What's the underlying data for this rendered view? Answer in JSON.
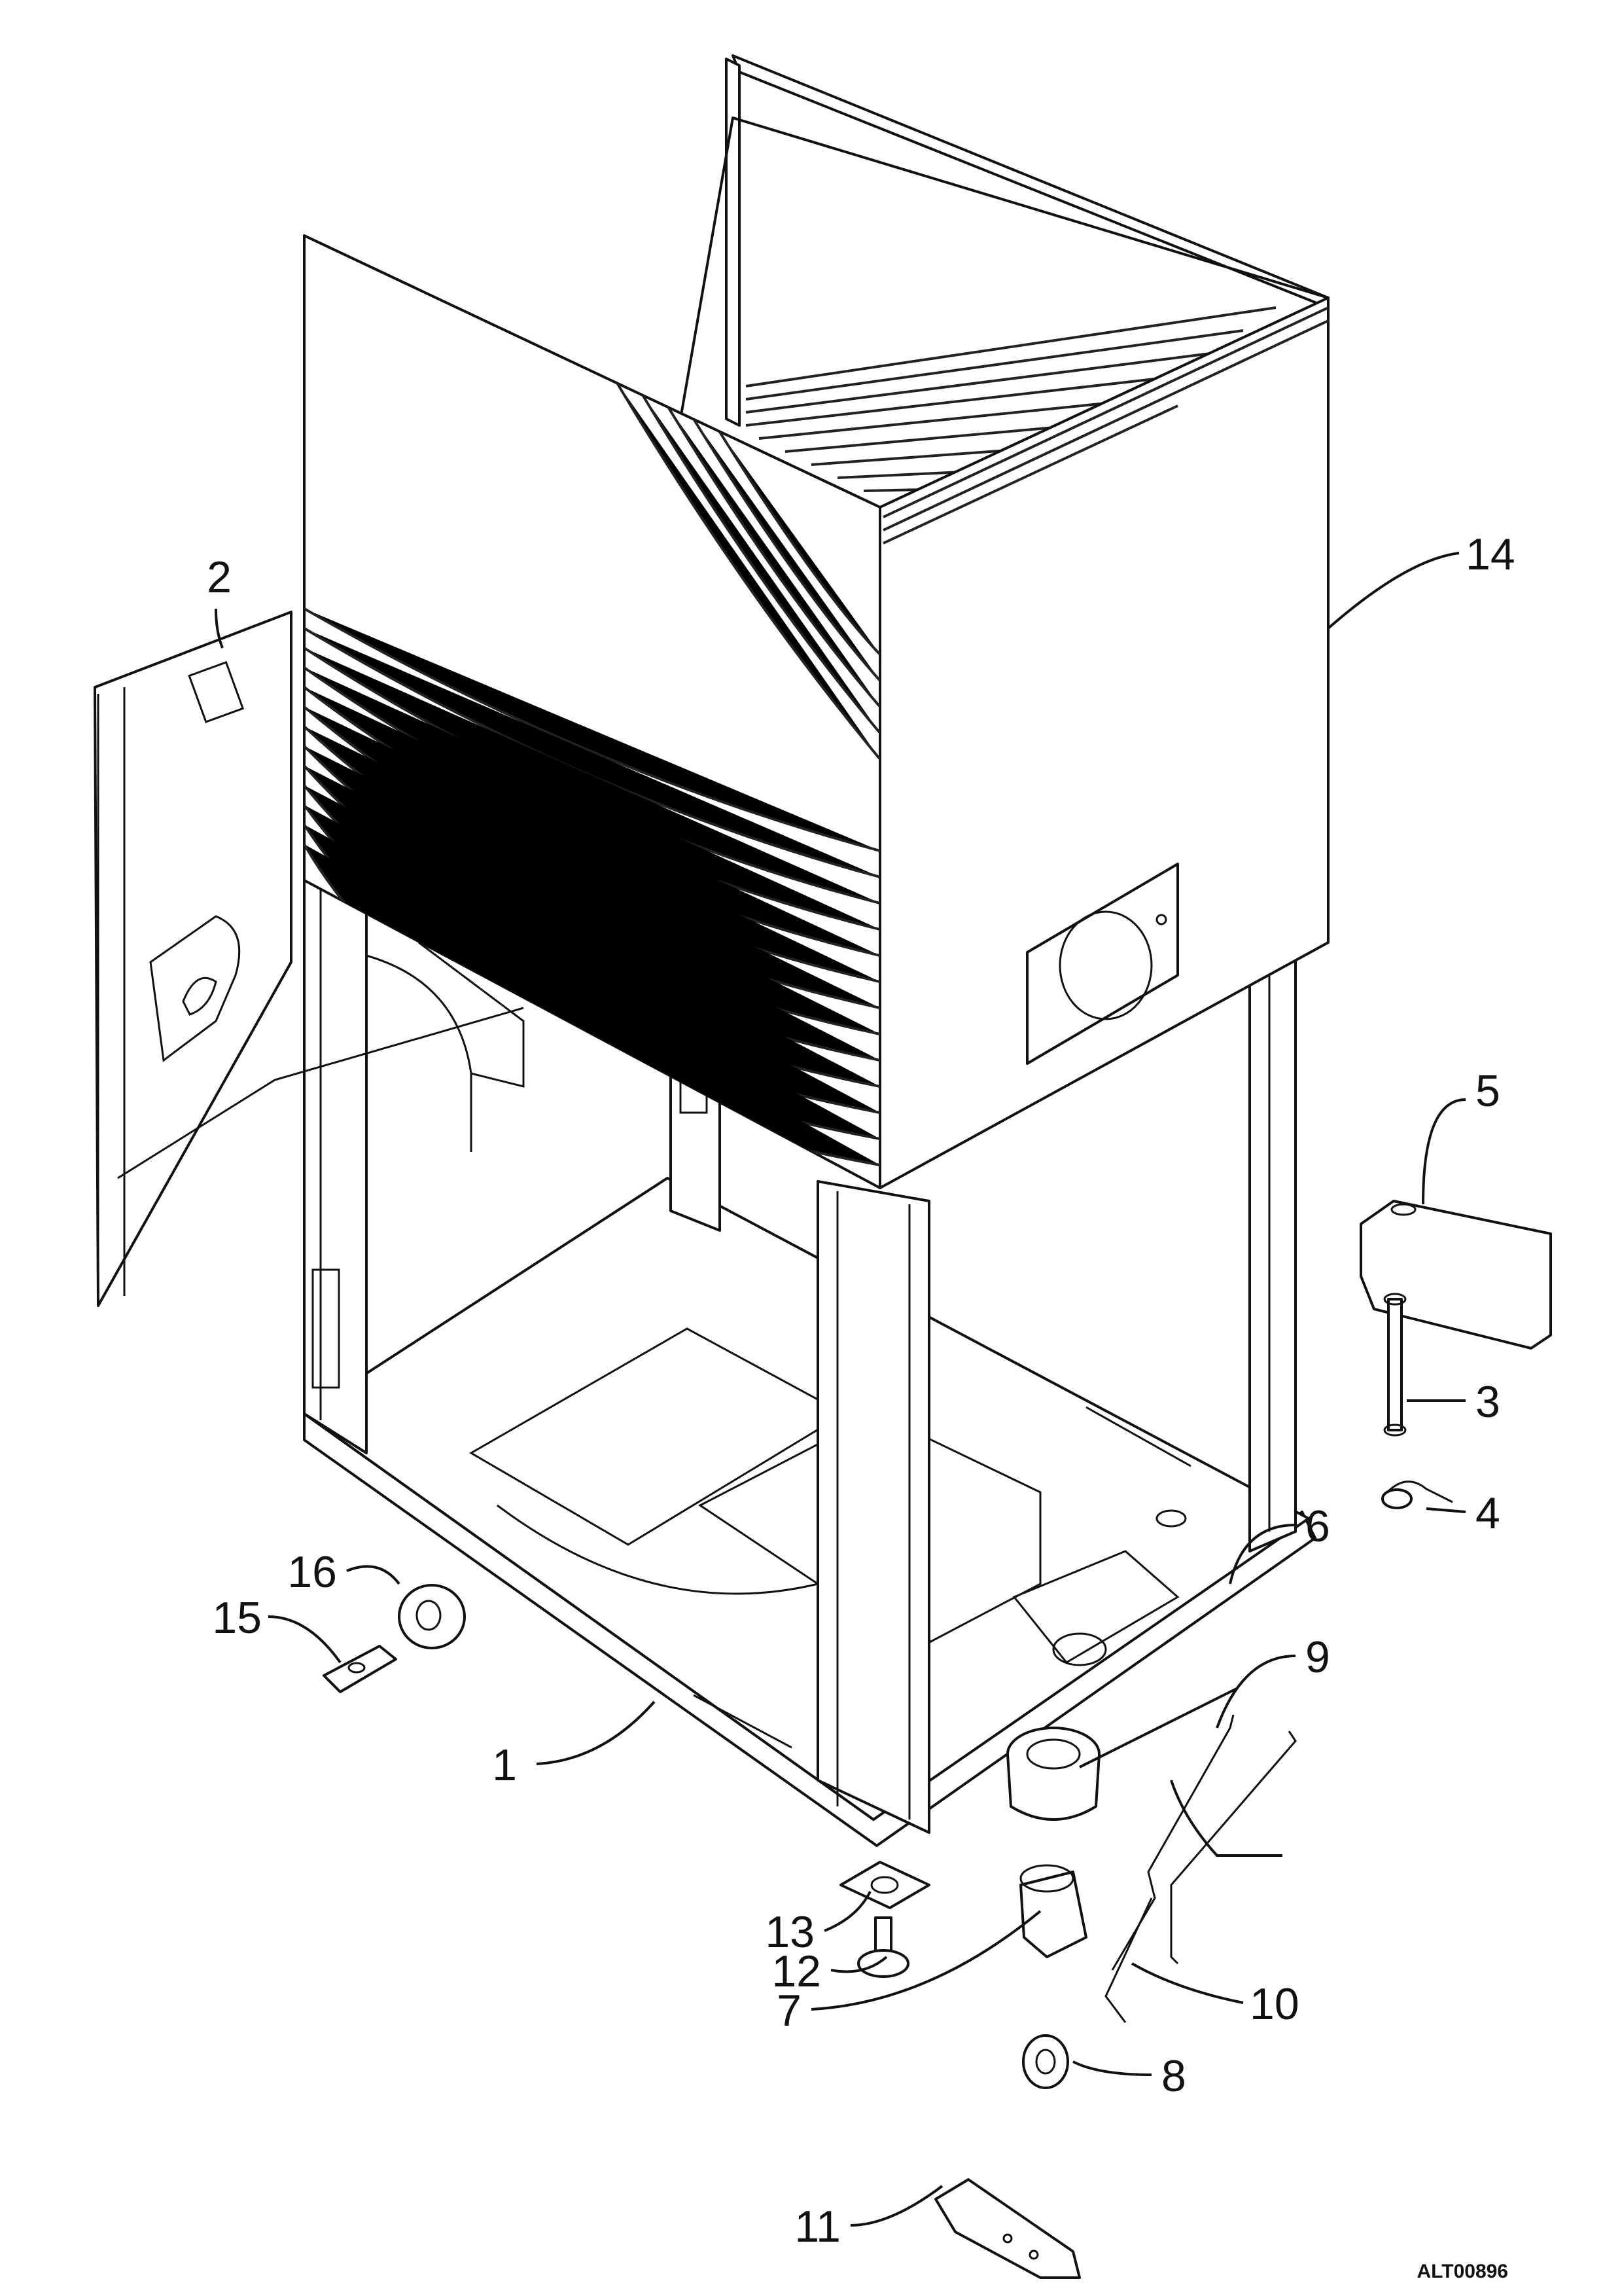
{
  "drawing_ref": "ALT00896",
  "callouts": {
    "c1": "1",
    "c2": "2",
    "c3": "3",
    "c4": "4",
    "c5": "5",
    "c6": "6",
    "c7": "7",
    "c8": "8",
    "c9": "9",
    "c10": "10",
    "c11": "11",
    "c12": "12",
    "c13": "13",
    "c14": "14",
    "c15": "15",
    "c16": "16"
  }
}
